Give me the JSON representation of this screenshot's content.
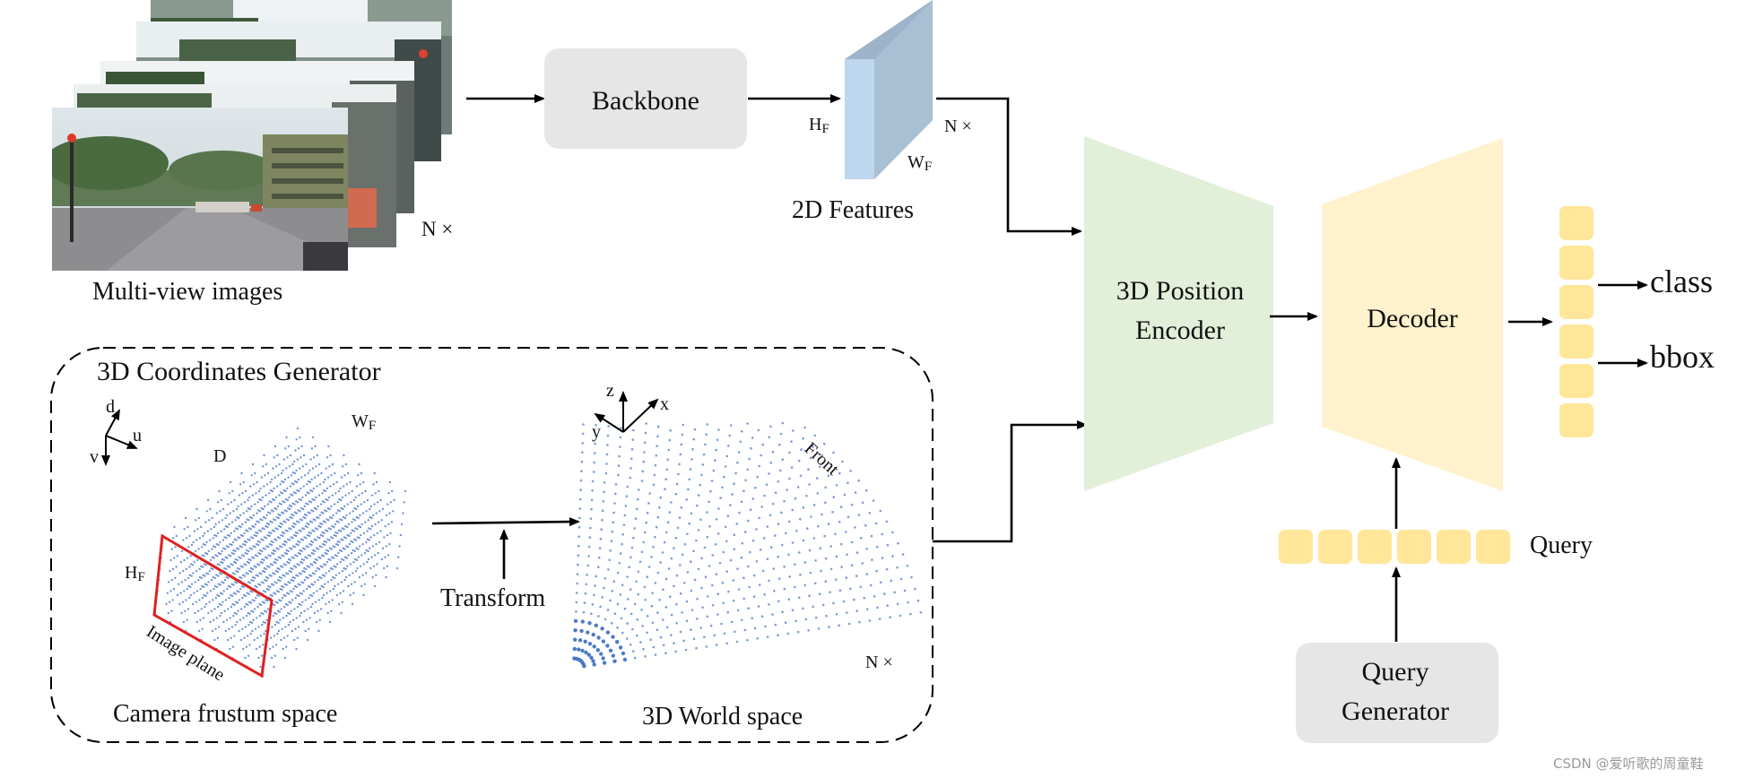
{
  "diagram": {
    "multiview_label": "Multi-view images",
    "n_times_images": "N ×",
    "backbone_label": "Backbone",
    "features_label": "2D Features",
    "features_n_times": "N ×",
    "hf": "H",
    "wf": "W",
    "f_sub": "F",
    "coords_title": "3D Coordinates Generator",
    "axis_d": "d",
    "axis_u": "u",
    "axis_v": "v",
    "depth_d": "D",
    "image_plane": "Image plane",
    "camera_space": "Camera frustum space",
    "transform": "Transform",
    "world_space": "3D World space",
    "axis_z": "z",
    "axis_x": "x",
    "axis_y": "y",
    "front": "Front",
    "world_n_times": "N ×",
    "encoder_line1": "3D Position",
    "encoder_line2": "Encoder",
    "decoder": "Decoder",
    "class": "class",
    "bbox": "bbox",
    "query": "Query",
    "qgen_line1": "Query",
    "qgen_line2": "Generator",
    "watermark": "CSDN @爱听歌的周童鞋"
  },
  "colors": {
    "backbone_box": "#e6e6e6",
    "query_generator_box": "#e6e6e6",
    "encoder": "#e2efd9",
    "decoder": "#fff2cc",
    "token": "#ffe699",
    "feature_front": "#bdd7ee",
    "feature_side": "#9db3c9",
    "point_cloud": "#4472c4",
    "image_plane_outline": "#e02020"
  },
  "icons": {
    "photo_stack": "street-photo-stack",
    "feature_map": "3d-feature-slab",
    "point_cloud": "point-cloud",
    "arrow": "arrow-right"
  }
}
